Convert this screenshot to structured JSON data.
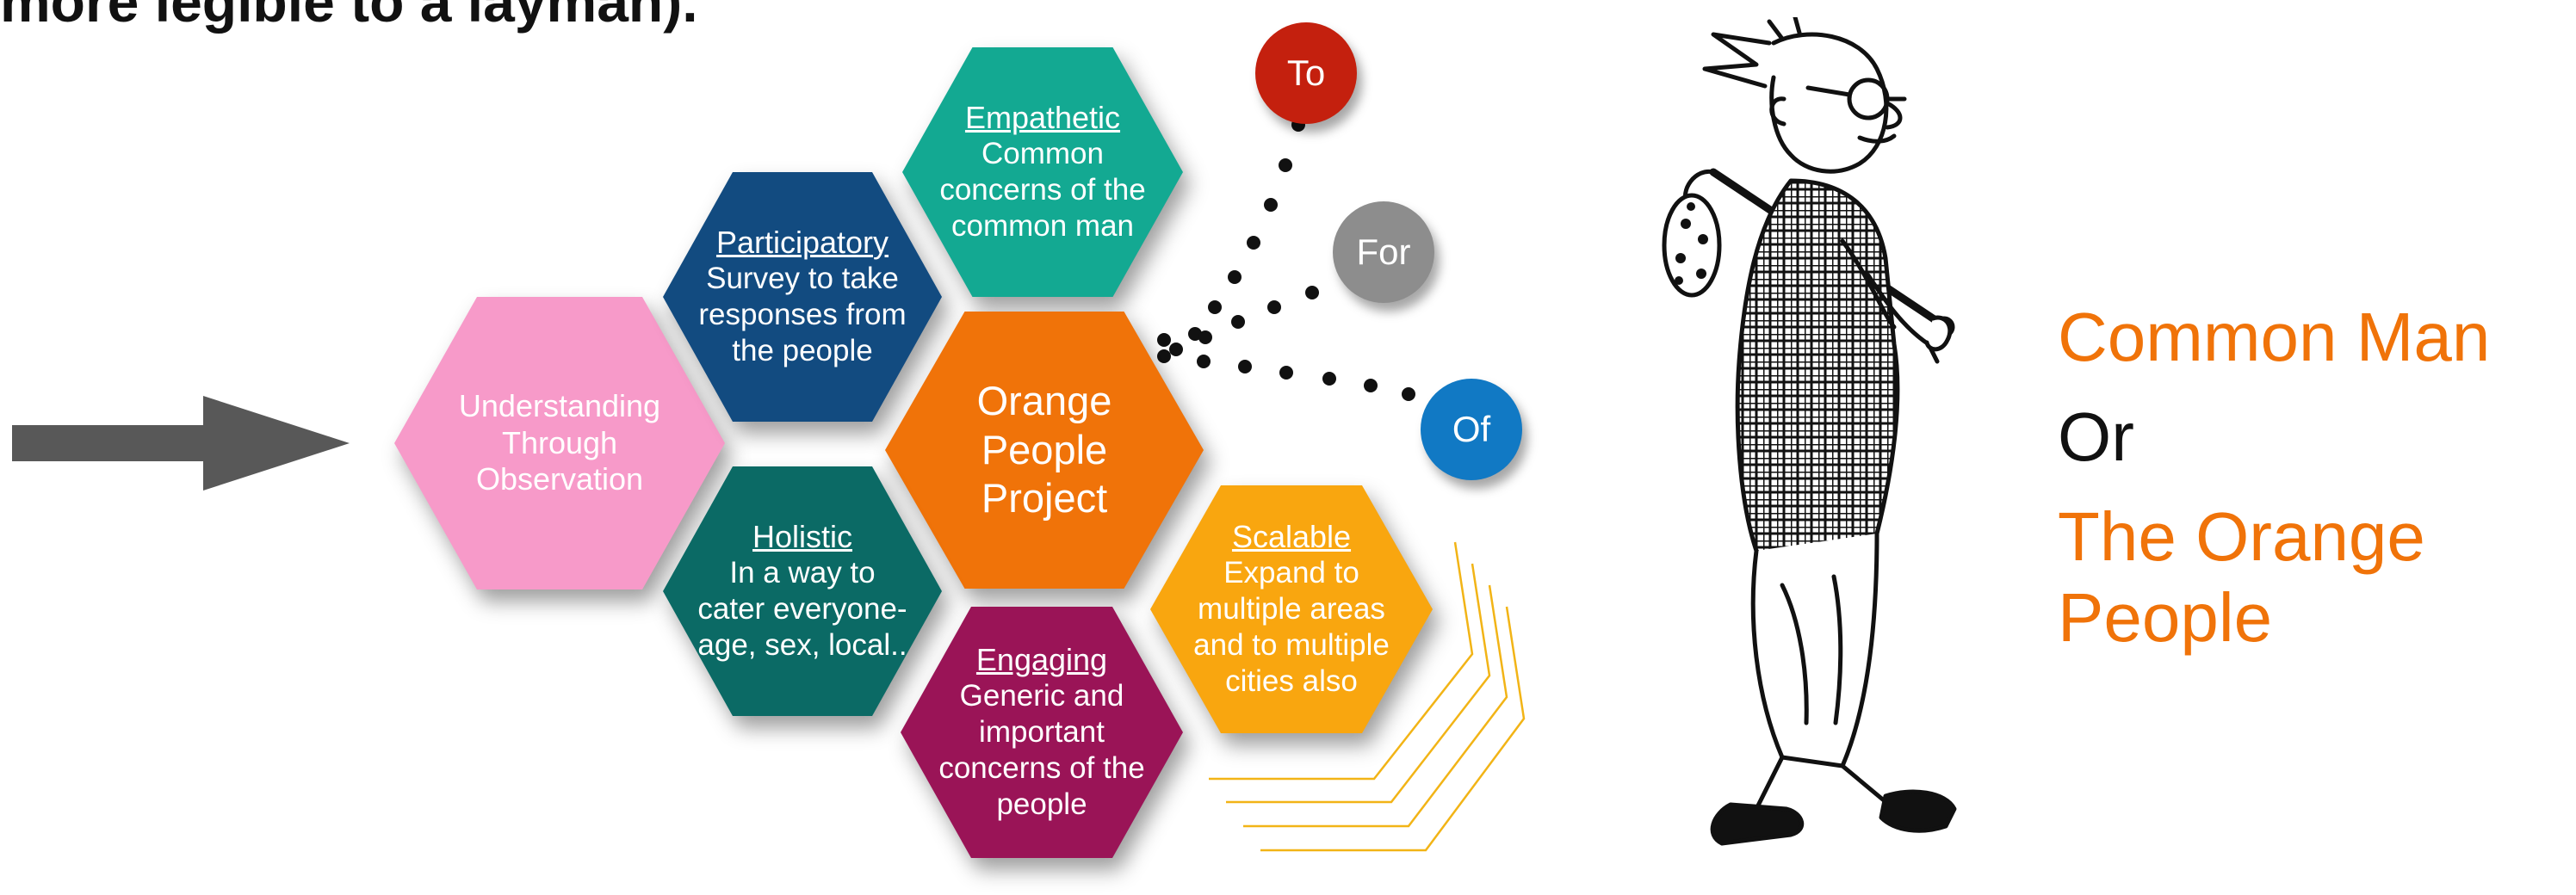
{
  "header": {
    "text": "more legible to a layman)."
  },
  "colors": {
    "pink": "#f79ac9",
    "navy": "#124b80",
    "teal_light": "#13a992",
    "teal_dark": "#0b6a65",
    "orange": "#f07309",
    "magenta": "#9a1457",
    "gold": "#f9a60f",
    "red": "#c4200e",
    "grey": "#8d8d8d",
    "blue": "#1179c4",
    "accent_text": "#f07309"
  },
  "hexagons": {
    "understanding": {
      "body": "Understanding Through Observation"
    },
    "participatory": {
      "title": "Participatory",
      "body": "Survey to take responses from the people"
    },
    "empathetic": {
      "title": "Empathetic",
      "body": "Common concerns of the common man"
    },
    "center": {
      "body": "Orange People Project"
    },
    "holistic": {
      "title": "Holistic",
      "body": "In a way to cater everyone- age, sex, local.."
    },
    "engaging": {
      "title": "Engaging",
      "body": "Generic and important concerns of the people"
    },
    "scalable": {
      "title": "Scalable",
      "body": "Expand to multiple areas and to multiple cities also"
    }
  },
  "circles": {
    "to": "To",
    "for": "For",
    "of": "Of"
  },
  "icons": {
    "arrow": "right-arrow-icon",
    "figure": "common-man-illustration"
  },
  "right_text": {
    "line1": "Common Man",
    "line2": "Or",
    "line3": "The Orange",
    "line4": "People"
  }
}
